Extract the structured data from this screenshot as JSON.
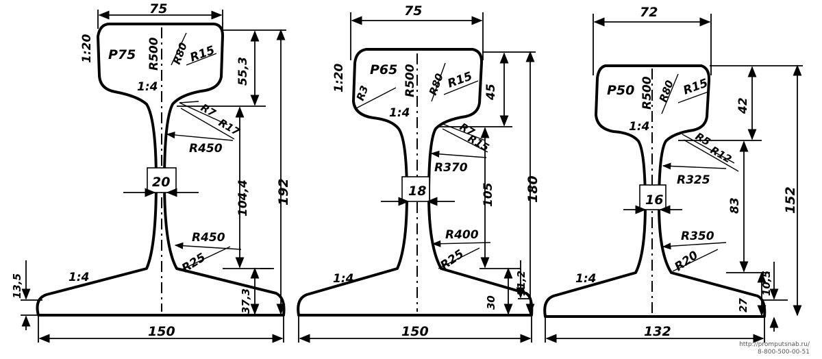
{
  "rails": [
    {
      "name": "Р75",
      "head_width": "75",
      "slope_top": "1:20",
      "r_head": "R500",
      "r_mid": "R80",
      "r_corner": "R15",
      "head_height": "55,3",
      "slope_under_head": "1:4",
      "r_neck1": "R7",
      "r_neck2": "R17",
      "r_web_top": "R450",
      "web_thickness": "20",
      "web_height": "104,4",
      "total_height": "192",
      "r_web_bottom": "R450",
      "r_fillet": "R25",
      "slope_base": "1:4",
      "foot_edge": "13,5",
      "foot_height": "37,3",
      "base_width": "150"
    },
    {
      "name": "Р65",
      "head_width": "75",
      "slope_top": "1:20",
      "r_head_side": "R3",
      "r_head": "R500",
      "r_mid": "R80",
      "r_corner": "R15",
      "head_height": "45",
      "slope_under_head": "1:4",
      "r_neck1": "R7",
      "r_neck2": "R15",
      "r_web_top": "R370",
      "web_thickness": "18",
      "web_height": "105",
      "total_height": "180",
      "r_web_bottom": "R400",
      "r_fillet": "R25",
      "slope_base": "1:4",
      "foot_edge": "11,2",
      "foot_height": "30",
      "base_width": "150"
    },
    {
      "name": "Р50",
      "head_width": "72",
      "r_head": "R500",
      "r_mid": "R80",
      "r_corner": "R15",
      "head_height": "42",
      "slope_under_head": "1:4",
      "r_neck1": "R5",
      "r_neck2": "R12",
      "r_web_top": "R325",
      "web_thickness": "16",
      "web_height": "83",
      "total_height": "152",
      "r_web_bottom": "R350",
      "r_fillet": "R20",
      "slope_base": "1:4",
      "foot_edge": "10,5",
      "foot_height": "27",
      "base_width": "132"
    }
  ],
  "footer": {
    "site": "http://promputsnab.ru/",
    "phone": "8-800-500-00-51"
  }
}
